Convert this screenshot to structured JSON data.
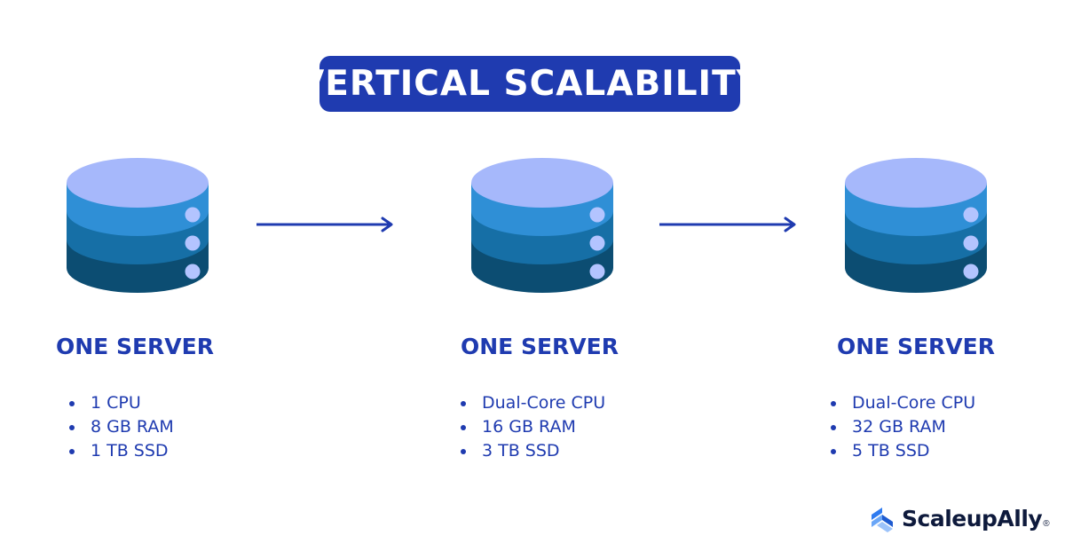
{
  "title": "VERTICAL SCALABILITY",
  "colors": {
    "primary": "#1f3bb0",
    "server_top": "#a6b8fb",
    "server_layer1": "#2f8fd6",
    "server_layer2": "#166fa6",
    "server_layer3": "#0c4d72",
    "server_dot": "#b3c4ff",
    "logo_text": "#0e1a3c",
    "logo_mark": "#2f7bf0"
  },
  "servers": [
    {
      "label": "ONE SERVER",
      "specs": [
        "1 CPU",
        "8 GB RAM",
        "1 TB SSD"
      ]
    },
    {
      "label": "ONE SERVER",
      "specs": [
        "Dual-Core CPU",
        "16 GB RAM",
        "3 TB SSD"
      ]
    },
    {
      "label": "ONE SERVER",
      "specs": [
        "Dual-Core CPU",
        "32 GB RAM",
        "5 TB SSD"
      ]
    }
  ],
  "icons": {
    "server": "database-icon",
    "arrow": "arrow-right-icon",
    "logo": "scaleupally-logo-icon"
  },
  "logo": {
    "text": "ScaleupAlly",
    "mark": "®"
  }
}
